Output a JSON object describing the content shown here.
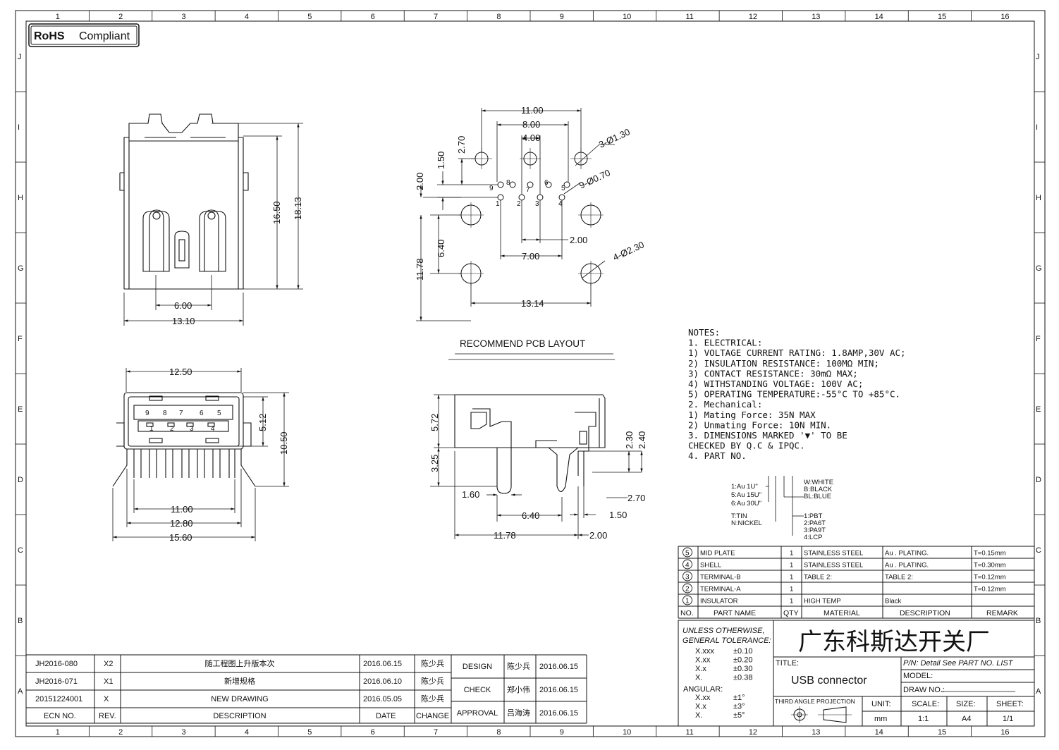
{
  "rohs": {
    "bold": "RoHS",
    "text": "Compliant"
  },
  "grid": {
    "cols": [
      "1",
      "2",
      "3",
      "4",
      "5",
      "6",
      "7",
      "8",
      "9",
      "10",
      "11",
      "12",
      "13",
      "14",
      "15",
      "16"
    ],
    "rows": [
      "J",
      "I",
      "H",
      "G",
      "F",
      "E",
      "D",
      "C",
      "B",
      "A"
    ]
  },
  "front_view": {
    "w_outer": "13.10",
    "w_inner": "6.00",
    "h_inner": "16.50",
    "h_outer": "18.13"
  },
  "pcb_layout": {
    "d11": "11.00",
    "d8": "8.00",
    "d4": "4.00",
    "d270": "2.70",
    "d150": "1.50",
    "d200v": "2.00",
    "d640": "6.40",
    "d1178": "11.78",
    "d7": "7.00",
    "d200": "2.00",
    "d1314": "13.14",
    "hole3": "3-Ø1.30",
    "hole9": "9-Ø0.70",
    "hole4": "4-Ø2.30",
    "pins_top": [
      "9",
      "8",
      "7",
      "6",
      "5"
    ],
    "pins_bot": [
      "1",
      "2",
      "3",
      "4"
    ],
    "title": "RECOMMEND PCB LAYOUT"
  },
  "bottom_view": {
    "d1250": "12.50",
    "d512": "5.12",
    "d1050": "10.50",
    "d1100": "11.00",
    "d1280": "12.80",
    "d1560": "15.60",
    "pins_top": [
      "9",
      "8",
      "7",
      "6",
      "5"
    ],
    "pins_bot": [
      "1",
      "2",
      "3",
      "4"
    ]
  },
  "side_view": {
    "d572": "5.72",
    "d325": "3.25",
    "d160": "1.60",
    "d640": "6.40",
    "d1178": "11.78",
    "d200": "2.00",
    "d150": "1.50",
    "d270": "2.70",
    "d230": "2.30",
    "d240": "2.40"
  },
  "notes": [
    "NOTES:",
    "1. ELECTRICAL:",
    " 1) VOLTAGE CURRENT RATING: 1.8AMP,30V AC;",
    " 2) INSULATION RESISTANCE: 100MΩ MIN;",
    " 3) CONTACT RESISTANCE: 30mΩ MAX;",
    " 4) WITHSTANDING VOLTAGE: 100V AC;",
    " 5) OPERATING TEMPERATURE:-55°C TO +85°C.",
    "2. Mechanical:",
    " 1) Mating Force: 35N MAX",
    " 2) Unmating Force: 10N MIN.",
    "3. DIMENSIONS MARKED '▼' TO BE",
    "   CHECKED BY Q.C & IPQC.",
    "4. PART NO."
  ],
  "part_code": {
    "plating": [
      "1:Au 1U\"",
      "5:Au 15U\"",
      "6:Au 30U\""
    ],
    "color": [
      "W:WHITE",
      "B:BLACK",
      "BL:BLUE"
    ],
    "tin": [
      "T:TIN",
      "N:NICKEL"
    ],
    "material": [
      "1:PBT",
      "2:PA6T",
      "3:PA9T",
      "4:LCP"
    ]
  },
  "bom": [
    {
      "no": "5",
      "name": "MID PLATE",
      "qty": "1",
      "material": "STAINLESS STEEL",
      "desc": "Au . PLATING.",
      "remark": "T=0.15mm"
    },
    {
      "no": "4",
      "name": "SHELL",
      "qty": "1",
      "material": "STAINLESS STEEL",
      "desc": "Au . PLATING.",
      "remark": "T=0.30mm"
    },
    {
      "no": "3",
      "name": "TERMINAL-B",
      "qty": "1",
      "material": "TABLE 2:",
      "desc": "TABLE 2:",
      "remark": "T=0.12mm"
    },
    {
      "no": "2",
      "name": "TERMINAL-A",
      "qty": "1",
      "material": "",
      "desc": "",
      "remark": "T=0.12mm"
    },
    {
      "no": "1",
      "name": "INSULATOR",
      "qty": "1",
      "material": "HIGH TEMP",
      "desc": "Black",
      "remark": ""
    }
  ],
  "bom_header": {
    "no": "NO.",
    "name": "PART NAME",
    "qty": "QTY",
    "material": "MATERIAL",
    "desc": "DESCRIPTION",
    "remark": "REMARK"
  },
  "tolerance": {
    "title1": "UNLESS OTHERWISE,",
    "title2": "GENERAL TOLERANCE:",
    "lin": [
      [
        "X.xxx",
        "±0.10"
      ],
      [
        "X.xx",
        "±0.20"
      ],
      [
        "X.x",
        "±0.30"
      ],
      [
        "X.",
        "±0.38"
      ]
    ],
    "ang_title": "ANGULAR:",
    "ang": [
      [
        "X.xx",
        "±1°"
      ],
      [
        "X.x",
        "±3°"
      ],
      [
        "X.",
        "±5°"
      ]
    ]
  },
  "title_block": {
    "company": "广东科斯达开关厂",
    "title_lbl": "TITLE:",
    "title": "USB connector",
    "pn": "P/N: Detail  See  PART  NO.  LIST",
    "model": "MODEL:",
    "draw_no": "DRAW  NO.:",
    "projection": "THIRD  ANGLE  PROJECTION",
    "unit_lbl": "UNIT:",
    "unit": "mm",
    "scale_lbl": "SCALE:",
    "scale": "1:1",
    "size_lbl": "SIZE:",
    "size": "A4",
    "sheet_lbl": "SHEET:",
    "sheet": "1/1"
  },
  "approvals": [
    {
      "role": "DESIGN",
      "name": "陈少兵",
      "date": "2016.06.15"
    },
    {
      "role": "CHECK",
      "name": "郑小伟",
      "date": "2016.06.15"
    },
    {
      "role": "APPROVAL",
      "name": "吕海涛",
      "date": "2016.06.15"
    }
  ],
  "revisions": [
    {
      "ecn": "JH2016-080",
      "rev": "X2",
      "desc": "随工程图上升版本次",
      "date": "2016.06.15",
      "change": "陈少兵"
    },
    {
      "ecn": "JH2016-071",
      "rev": "X1",
      "desc": "新增规格",
      "date": "2016.06.10",
      "change": "陈少兵"
    },
    {
      "ecn": "20151224001",
      "rev": "X",
      "desc": "NEW DRAWING",
      "date": "2016.05.05",
      "change": "陈少兵"
    }
  ],
  "rev_header": {
    "ecn": "ECN  NO.",
    "rev": "REV.",
    "desc": "DESCRIPTION",
    "date": "DATE",
    "change": "CHANGE"
  }
}
